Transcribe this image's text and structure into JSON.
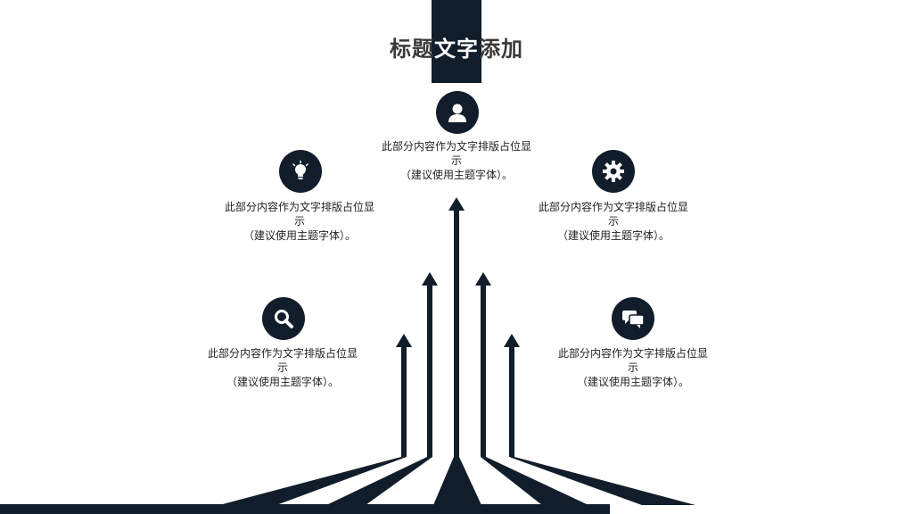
{
  "title": {
    "part1": "标题",
    "part2": "文字",
    "part3": "添加"
  },
  "items": [
    {
      "icon": "user-icon",
      "line1": "此部分内容作为文字排版占位显",
      "line2": "示",
      "line3": "（建议使用主题字体）。"
    },
    {
      "icon": "lightbulb-icon",
      "line1": "此部分内容作为文字排版占位显",
      "line2": "示",
      "line3": "（建议使用主题字体）。"
    },
    {
      "icon": "gear-icon",
      "line1": "此部分内容作为文字排版占位显",
      "line2": "示",
      "line3": "（建议使用主题字体）。"
    },
    {
      "icon": "search-icon",
      "line1": "此部分内容作为文字排版占位显",
      "line2": "示",
      "line3": "（建议使用主题字体）。"
    },
    {
      "icon": "chat-icon",
      "line1": "此部分内容作为文字排版占位显",
      "line2": "示",
      "line3": "（建议使用主题字体）。"
    }
  ],
  "colors": {
    "dark": "#111d2a",
    "text": "#222222",
    "title": "#3a3a3a"
  }
}
